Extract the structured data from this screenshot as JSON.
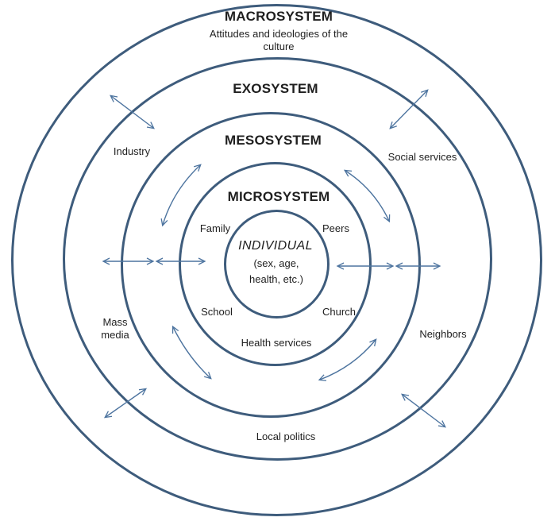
{
  "colors": {
    "circle_stroke": "#3e5c7c",
    "arrow": "#4d749f",
    "text": "#1f1f1f",
    "background": "#ffffff"
  },
  "rings": {
    "macrosystem": {
      "label": "MACROSYSTEM",
      "description": "Attitudes and ideologies of the culture"
    },
    "exosystem": {
      "label": "EXOSYSTEM"
    },
    "mesosystem": {
      "label": "MESOSYSTEM"
    },
    "microsystem": {
      "label": "MICROSYSTEM"
    },
    "individual": {
      "label": "INDIVIDUAL",
      "description_line1": "(sex, age,",
      "description_line2": "health, etc.)"
    }
  },
  "context_labels": {
    "industry": "Industry",
    "social_services": "Social services",
    "mass_media": "Mass media",
    "neighbors": "Neighbors",
    "local_politics": "Local politics",
    "family": "Family",
    "peers": "Peers",
    "school": "School",
    "church": "Church",
    "health_services": "Health services"
  }
}
